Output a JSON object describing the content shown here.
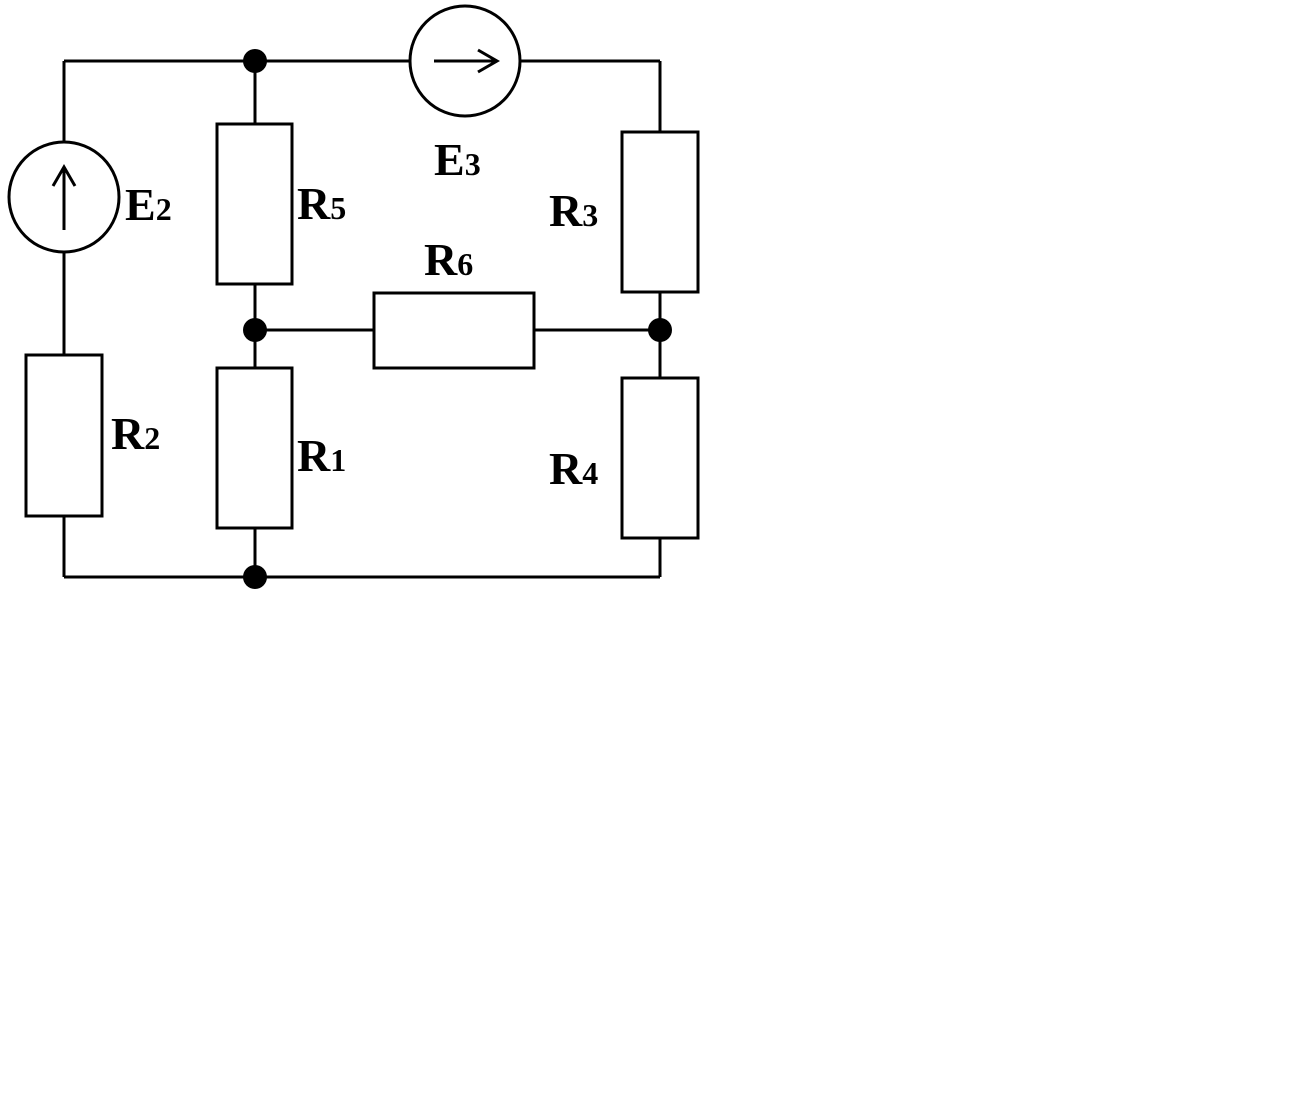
{
  "diagram": {
    "labels": {
      "E2": {
        "main": "E",
        "sub": "2"
      },
      "E3": {
        "main": "E",
        "sub": "3"
      },
      "R1": {
        "main": "R",
        "sub": "1"
      },
      "R2": {
        "main": "R",
        "sub": "2"
      },
      "R3": {
        "main": "R",
        "sub": "3"
      },
      "R4": {
        "main": "R",
        "sub": "4"
      },
      "R5": {
        "main": "R",
        "sub": "5"
      },
      "R6": {
        "main": "R",
        "sub": "6"
      }
    },
    "colors": {
      "line": "#000000",
      "background": "#ffffff"
    }
  }
}
